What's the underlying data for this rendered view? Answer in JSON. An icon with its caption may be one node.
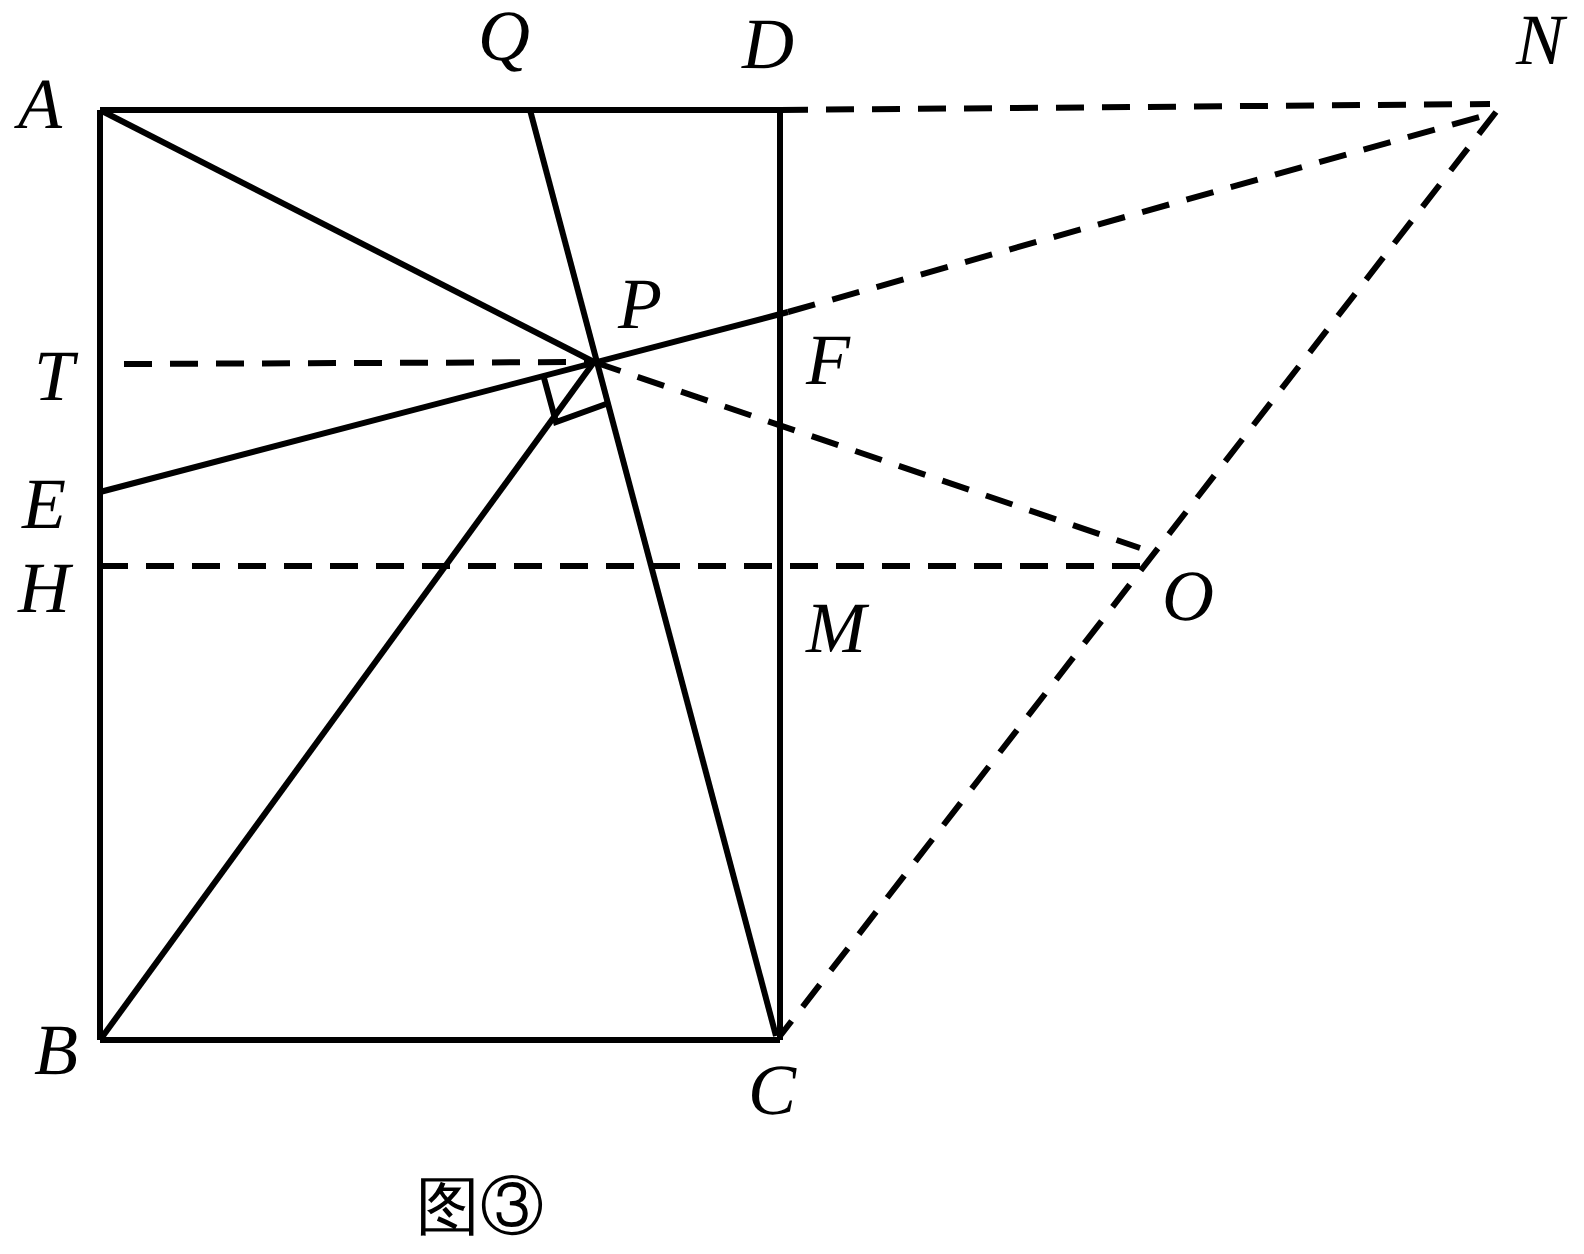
{
  "diagram": {
    "caption": "图③",
    "labels": [
      "Q",
      "D",
      "N",
      "A",
      "P",
      "T",
      "F",
      "E",
      "H",
      "M",
      "O",
      "B",
      "C"
    ]
  }
}
